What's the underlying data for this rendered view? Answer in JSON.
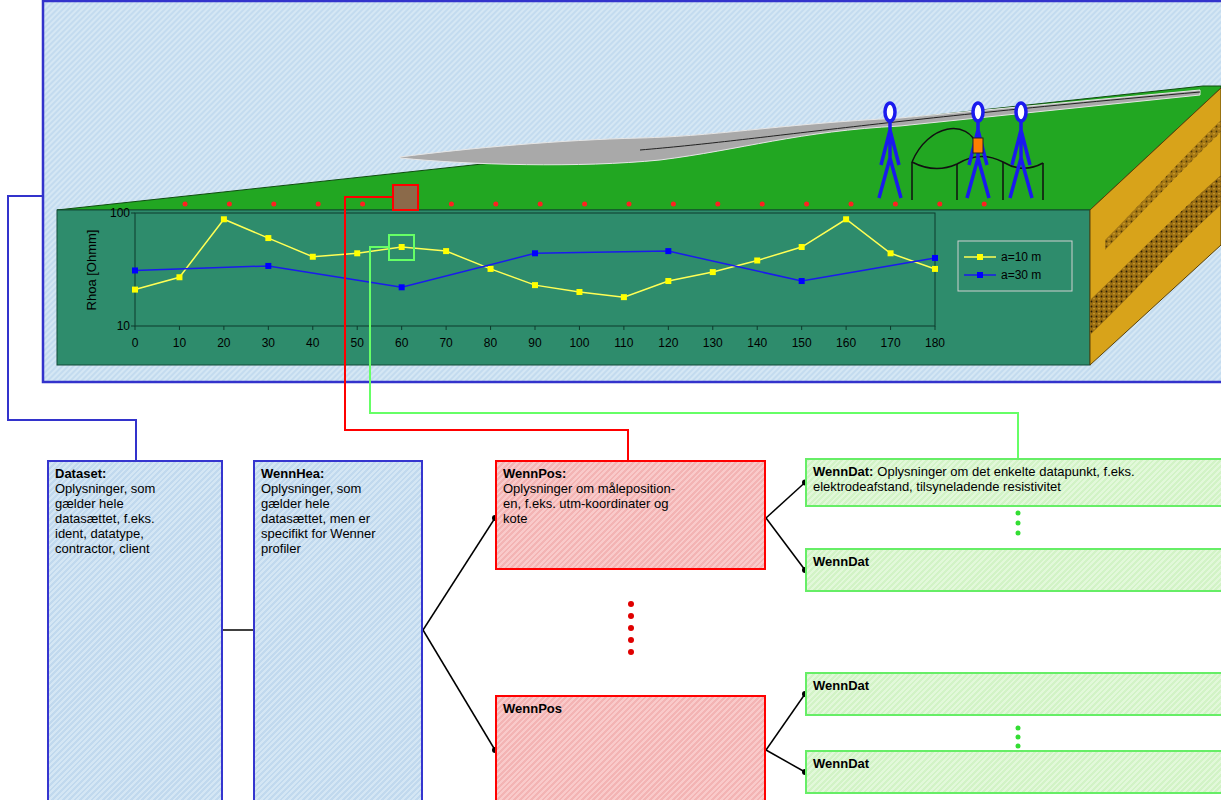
{
  "diagram": {
    "nodes": [
      {
        "text": [
          "Dataset:",
          "Oplysninger, som gælder hele datasættet, f.eks. ident, datatype, contractor, client"
        ]
      },
      {
        "text": [
          "WennHea:",
          "Oplysninger, som gælder hele datasættet, men er specifikt for Wenner profiler"
        ]
      },
      {
        "text": [
          "WennPos:",
          "Oplysninger om måleposition- en, f.eks. utm-koordinater og kote"
        ]
      },
      {
        "text": [
          "WennDat:",
          "Oplysninger om det enkelte datapunkt, f.eks. elektrodeafstand, tilsyneladende resistivitet"
        ]
      },
      {
        "text": [
          "WennDat"
        ]
      },
      {
        "text": [
          "WennPos"
        ]
      },
      {
        "text": [
          "WennDat"
        ]
      },
      {
        "text": [
          "WennDat"
        ]
      }
    ],
    "edges": [
      {
        "from": 0,
        "to": 1,
        "arrow": "none"
      },
      {
        "from": 1,
        "to": 2,
        "arrow": "none"
      },
      {
        "from": 1,
        "to": 5,
        "arrow": "none"
      },
      {
        "from": 2,
        "to": 3,
        "arrow": "none"
      },
      {
        "from": 2,
        "to": 4,
        "arrow": "none"
      },
      {
        "from": 5,
        "to": 6,
        "arrow": "none"
      },
      {
        "from": 5,
        "to": 7,
        "arrow": "none"
      }
    ],
    "labels": [
      "100",
      "10",
      "Rhoa [Ohmm]",
      "0",
      "10",
      "20",
      "30",
      "40",
      "50",
      "60",
      "70",
      "80",
      "90",
      "100",
      "110",
      "120",
      "130",
      "140",
      "150",
      "160",
      "170",
      "180"
    ],
    "legend": [
      {
        "text": "a=10 m"
      },
      {
        "text": "a=30 m"
      }
    ]
  }
}
